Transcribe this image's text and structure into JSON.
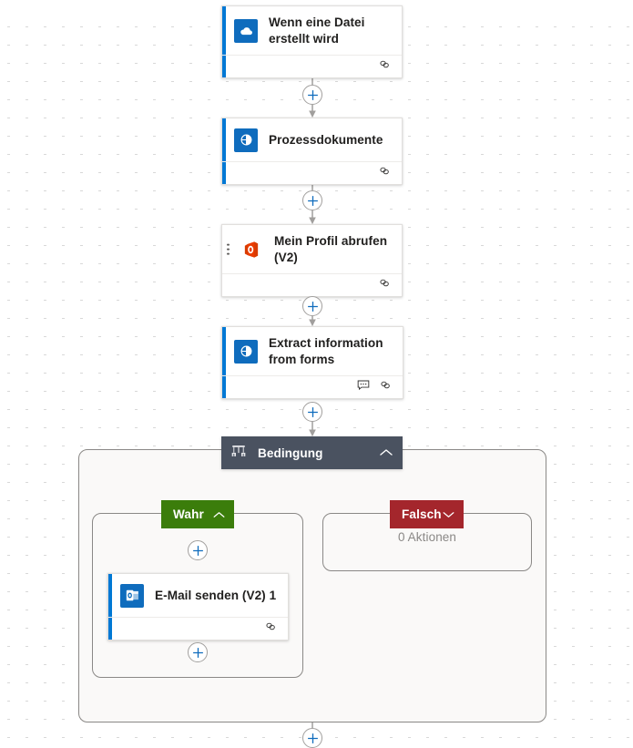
{
  "app": {
    "name": "Power Automate Flow Designer",
    "canvas_background": "#ffffff",
    "accent_color": "#0078d4",
    "true_branch_color": "#3b7d0b",
    "false_branch_color": "#a4262c",
    "condition_header_color": "#4a5260",
    "scope_fill": "#faf9f8",
    "scope_border": "#8a8886"
  },
  "flow": {
    "nodes": [
      {
        "id": "trigger",
        "title": "Wenn eine Datei erstellt wird",
        "icon": "onedrive-cloud-icon",
        "icon_style": "blue",
        "accent": true,
        "has_drag_handle": false,
        "footer_icons": [
          "link-icon"
        ]
      },
      {
        "id": "prozessdokumente",
        "title": "Prozessdokumente",
        "icon": "ai-builder-icon",
        "icon_style": "blue",
        "accent": true,
        "has_drag_handle": false,
        "footer_icons": [
          "link-icon"
        ]
      },
      {
        "id": "profil",
        "title": "Mein Profil abrufen (V2)",
        "icon": "office-365-users-icon",
        "icon_style": "plain",
        "accent": false,
        "has_drag_handle": true,
        "footer_icons": [
          "link-icon"
        ]
      },
      {
        "id": "extract",
        "title": "Extract information from forms",
        "icon": "ai-builder-icon",
        "icon_style": "blue",
        "accent": true,
        "has_drag_handle": false,
        "footer_icons": [
          "comment-icon",
          "link-icon"
        ]
      },
      {
        "id": "email",
        "title": "E-Mail senden (V2) 1",
        "icon": "outlook-icon",
        "icon_style": "blue",
        "accent": true,
        "has_drag_handle": false,
        "footer_icons": [
          "link-icon"
        ]
      }
    ],
    "condition": {
      "title": "Bedingung",
      "icon": "condition-scales-icon",
      "collapse_icon": "chevron-up-icon",
      "expanded": true,
      "branches": {
        "true": {
          "label": "Wahr",
          "collapse_icon": "chevron-up-icon",
          "expanded": true,
          "color": "#3b7d0b"
        },
        "false": {
          "label": "Falsch",
          "collapse_icon": "chevron-down-icon",
          "expanded": false,
          "color": "#a4262c",
          "empty_text": "0 Aktionen"
        }
      }
    },
    "insert_buttons": [
      {
        "id": "insert-after-trigger",
        "label": "+"
      },
      {
        "id": "insert-after-prozessdokumente",
        "label": "+"
      },
      {
        "id": "insert-after-profil",
        "label": "+"
      },
      {
        "id": "insert-after-extract",
        "label": "+"
      },
      {
        "id": "insert-true-before-email",
        "label": "+"
      },
      {
        "id": "insert-true-after-email",
        "label": "+"
      },
      {
        "id": "insert-after-condition",
        "label": "+"
      }
    ]
  }
}
